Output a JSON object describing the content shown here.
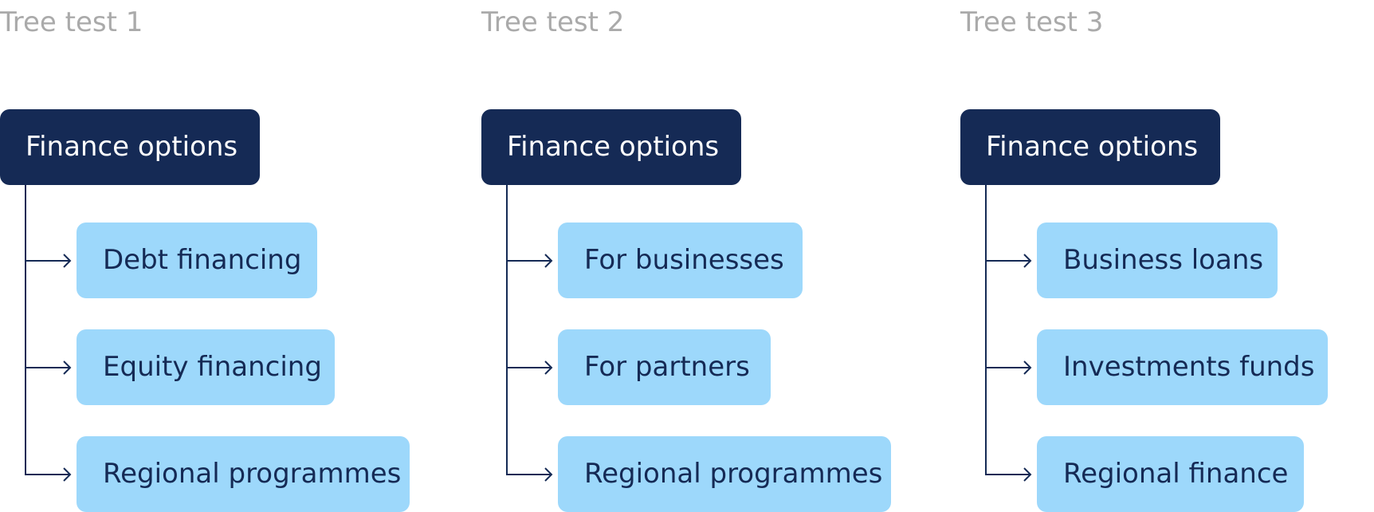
{
  "colors": {
    "title": "#aaaaaa",
    "root_fill": "#152a55",
    "root_text": "#ffffff",
    "child_fill": "#9dd8fb",
    "child_text": "#152a55",
    "connector": "#152a55"
  },
  "trees": [
    {
      "title": "Tree test 1",
      "root": "Finance options",
      "children": [
        "Debt financing",
        "Equity financing",
        "Regional programmes"
      ]
    },
    {
      "title": "Tree test 2",
      "root": "Finance options",
      "children": [
        "For businesses",
        "For partners",
        "Regional programmes"
      ]
    },
    {
      "title": "Tree test 3",
      "root": "Finance options",
      "children": [
        "Business loans",
        "Investments funds",
        "Regional finance"
      ]
    }
  ]
}
